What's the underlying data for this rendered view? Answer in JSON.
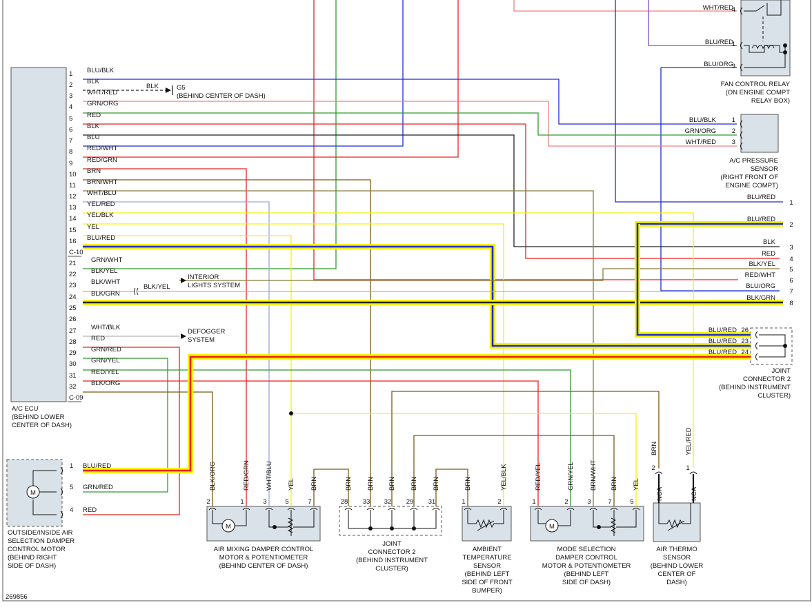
{
  "figure_id": "269856",
  "ecu": {
    "label": [
      "A/C ECU",
      "(BEHIND LOWER",
      "CENTER OF DASH)"
    ],
    "conn_top": "C-10",
    "conn_bottom": "C-09",
    "pins": [
      {
        "n": "1",
        "w": "BLU/BLK"
      },
      {
        "n": "2",
        "w": "BLK"
      },
      {
        "n": "3",
        "w": "WHT/RED"
      },
      {
        "n": "4",
        "w": "GRN/ORG"
      },
      {
        "n": "5",
        "w": "RED"
      },
      {
        "n": "6",
        "w": "BLK"
      },
      {
        "n": "7",
        "w": "BLU"
      },
      {
        "n": "8",
        "w": "RED/WHT"
      },
      {
        "n": "9",
        "w": "RED/GRN"
      },
      {
        "n": "10",
        "w": "BRN"
      },
      {
        "n": "11",
        "w": "BRN/WHT"
      },
      {
        "n": "12",
        "w": "WHT/BLU"
      },
      {
        "n": "13",
        "w": "YEL/RED"
      },
      {
        "n": "14",
        "w": "YEL/BLK"
      },
      {
        "n": "15",
        "w": "YEL"
      },
      {
        "n": "16",
        "w": "BLU/RED"
      },
      {
        "n": "21",
        "w": "GRN/WHT"
      },
      {
        "n": "22",
        "w": "BLK/YEL"
      },
      {
        "n": "23",
        "w": "BLK/WHT"
      },
      {
        "n": "24",
        "w": "BLK/GRN"
      },
      {
        "n": "25",
        "w": ""
      },
      {
        "n": "26",
        "w": ""
      },
      {
        "n": "27",
        "w": "WHT/BLK"
      },
      {
        "n": "28",
        "w": "RED"
      },
      {
        "n": "29",
        "w": "GRN/RED"
      },
      {
        "n": "30",
        "w": "GRN/YEL"
      },
      {
        "n": "31",
        "w": "RED/YEL"
      },
      {
        "n": "32",
        "w": "BLK/ORG"
      }
    ]
  },
  "ground": {
    "wire": "BLK",
    "id": "G5",
    "loc": "(BEHIND CENTER OF DASH)"
  },
  "interior": {
    "wire": "BLK/YEL",
    "lines": [
      "INTERIOR",
      "LIGHTS SYSTEM"
    ]
  },
  "defogger": {
    "lines": [
      "DEFOGGER",
      "SYSTEM"
    ]
  },
  "fan_relay": {
    "label": [
      "FAN CONTROL RELAY",
      "(ON ENGINE COMPT",
      "RELAY BOX)"
    ],
    "pins": [
      {
        "n": "4",
        "w": "WHT/RED"
      },
      {
        "n": "1",
        "w": "BLU/RED"
      },
      {
        "n": "3",
        "w": "BLU/ORG"
      }
    ]
  },
  "pressure": {
    "label": [
      "A/C PRESSURE",
      "SENSOR",
      "(RIGHT FRONT OF",
      "ENGINE COMPT)"
    ],
    "pins": [
      {
        "n": "1",
        "w": "BLU/BLK"
      },
      {
        "n": "2",
        "w": "GRN/ORG"
      },
      {
        "n": "3",
        "w": "WHT/RED"
      }
    ]
  },
  "right_conn": [
    {
      "n": "1",
      "w": "BLU/RED"
    },
    {
      "n": "2",
      "w": "BLU/RED"
    },
    {
      "n": "3",
      "w": "BLK"
    },
    {
      "n": "4",
      "w": "RED"
    },
    {
      "n": "5",
      "w": "BLK/YEL"
    },
    {
      "n": "6",
      "w": "RED/WHT"
    },
    {
      "n": "7",
      "w": "BLU/ORG"
    },
    {
      "n": "8",
      "w": "BLK/GRN"
    }
  ],
  "jc_right": {
    "label": [
      "JOINT",
      "CONNECTOR 2",
      "(BEHIND INSTRUMENT",
      "CLUSTER)"
    ],
    "pins": [
      {
        "n": "26",
        "w": "BLU/RED"
      },
      {
        "n": "23",
        "w": "BLU/RED"
      },
      {
        "n": "24",
        "w": "BLU/RED"
      }
    ]
  },
  "outside_motor": {
    "label": [
      "OUTSIDE/INSIDE AIR",
      "SELECTION DAMPER",
      "CONTROL MOTOR",
      "(BEHIND RIGHT",
      "SIDE OF DASH)"
    ],
    "pins": [
      {
        "n": "1",
        "w": "BLU/RED"
      },
      {
        "n": "5",
        "w": "GRN/RED"
      },
      {
        "n": "4",
        "w": "RED"
      }
    ]
  },
  "mix_motor": {
    "label": [
      "AIR MIXING DAMPER CONTROL",
      "MOTOR & POTENTIOMETER",
      "(BEHIND CENTER OF DASH)"
    ],
    "pins": [
      {
        "n": "2",
        "w": "BLK/ORG"
      },
      {
        "n": "1",
        "w": "RED/GRN"
      },
      {
        "n": "3",
        "w": "WHT/BLU"
      },
      {
        "n": "5",
        "w": "YEL"
      },
      {
        "n": "7",
        "w": "BRN"
      }
    ]
  },
  "jc_bottom": {
    "label": [
      "JOINT",
      "CONNECTOR 2",
      "(BEHIND INSTRUMENT",
      "CLUSTER)"
    ],
    "pins": [
      {
        "n": "28",
        "w": "BRN"
      },
      {
        "n": "33",
        "w": "BRN"
      },
      {
        "n": "32",
        "w": "BRN"
      },
      {
        "n": "29",
        "w": "BRN"
      },
      {
        "n": "31",
        "w": "BRN"
      }
    ]
  },
  "ambient": {
    "label": [
      "AMBIENT",
      "TEMPERATURE",
      "SENSOR",
      "(BEHIND LEFT",
      "SIDE OF FRONT",
      "BUMPER)"
    ],
    "pins": [
      {
        "n": "1",
        "w": "BRN"
      },
      {
        "n": "2",
        "w": "YEL/BLK"
      }
    ]
  },
  "mode_motor": {
    "label": [
      "MODE SELECTION",
      "DAMPER CONTROL",
      "MOTOR & POTENTIOMETER",
      "(BEHIND LEFT",
      "SIDE OF DASH)"
    ],
    "pins": [
      {
        "n": "1",
        "w": "RED/YEL"
      },
      {
        "n": "2",
        "w": "GRN/YEL"
      },
      {
        "n": "3",
        "w": "BRN/WHT"
      },
      {
        "n": "7",
        "w": "BRN"
      },
      {
        "n": "5",
        "w": "YEL"
      }
    ]
  },
  "thermo": {
    "label": [
      "AIR THERMO",
      "SENSOR",
      "(BEHIND LOWER",
      "CENTER OF",
      "DASH)"
    ],
    "pins": [
      {
        "n": "2",
        "w": "BRN",
        "c": "NCA"
      },
      {
        "n": "1",
        "w": "YEL/RED",
        "c": "NCA"
      }
    ]
  },
  "colors": {
    "blue": "#1a2ad6",
    "black": "#222222",
    "red": "#e8201e",
    "green": "#2f9a2f",
    "brown": "#7a5a10",
    "olive": "#8a7a3a",
    "yellow": "#f7f200",
    "pink": "#f08080",
    "violet": "#7b4cc8",
    "lightblue": "#9aa6e0",
    "grey": "#b4b4b4"
  }
}
